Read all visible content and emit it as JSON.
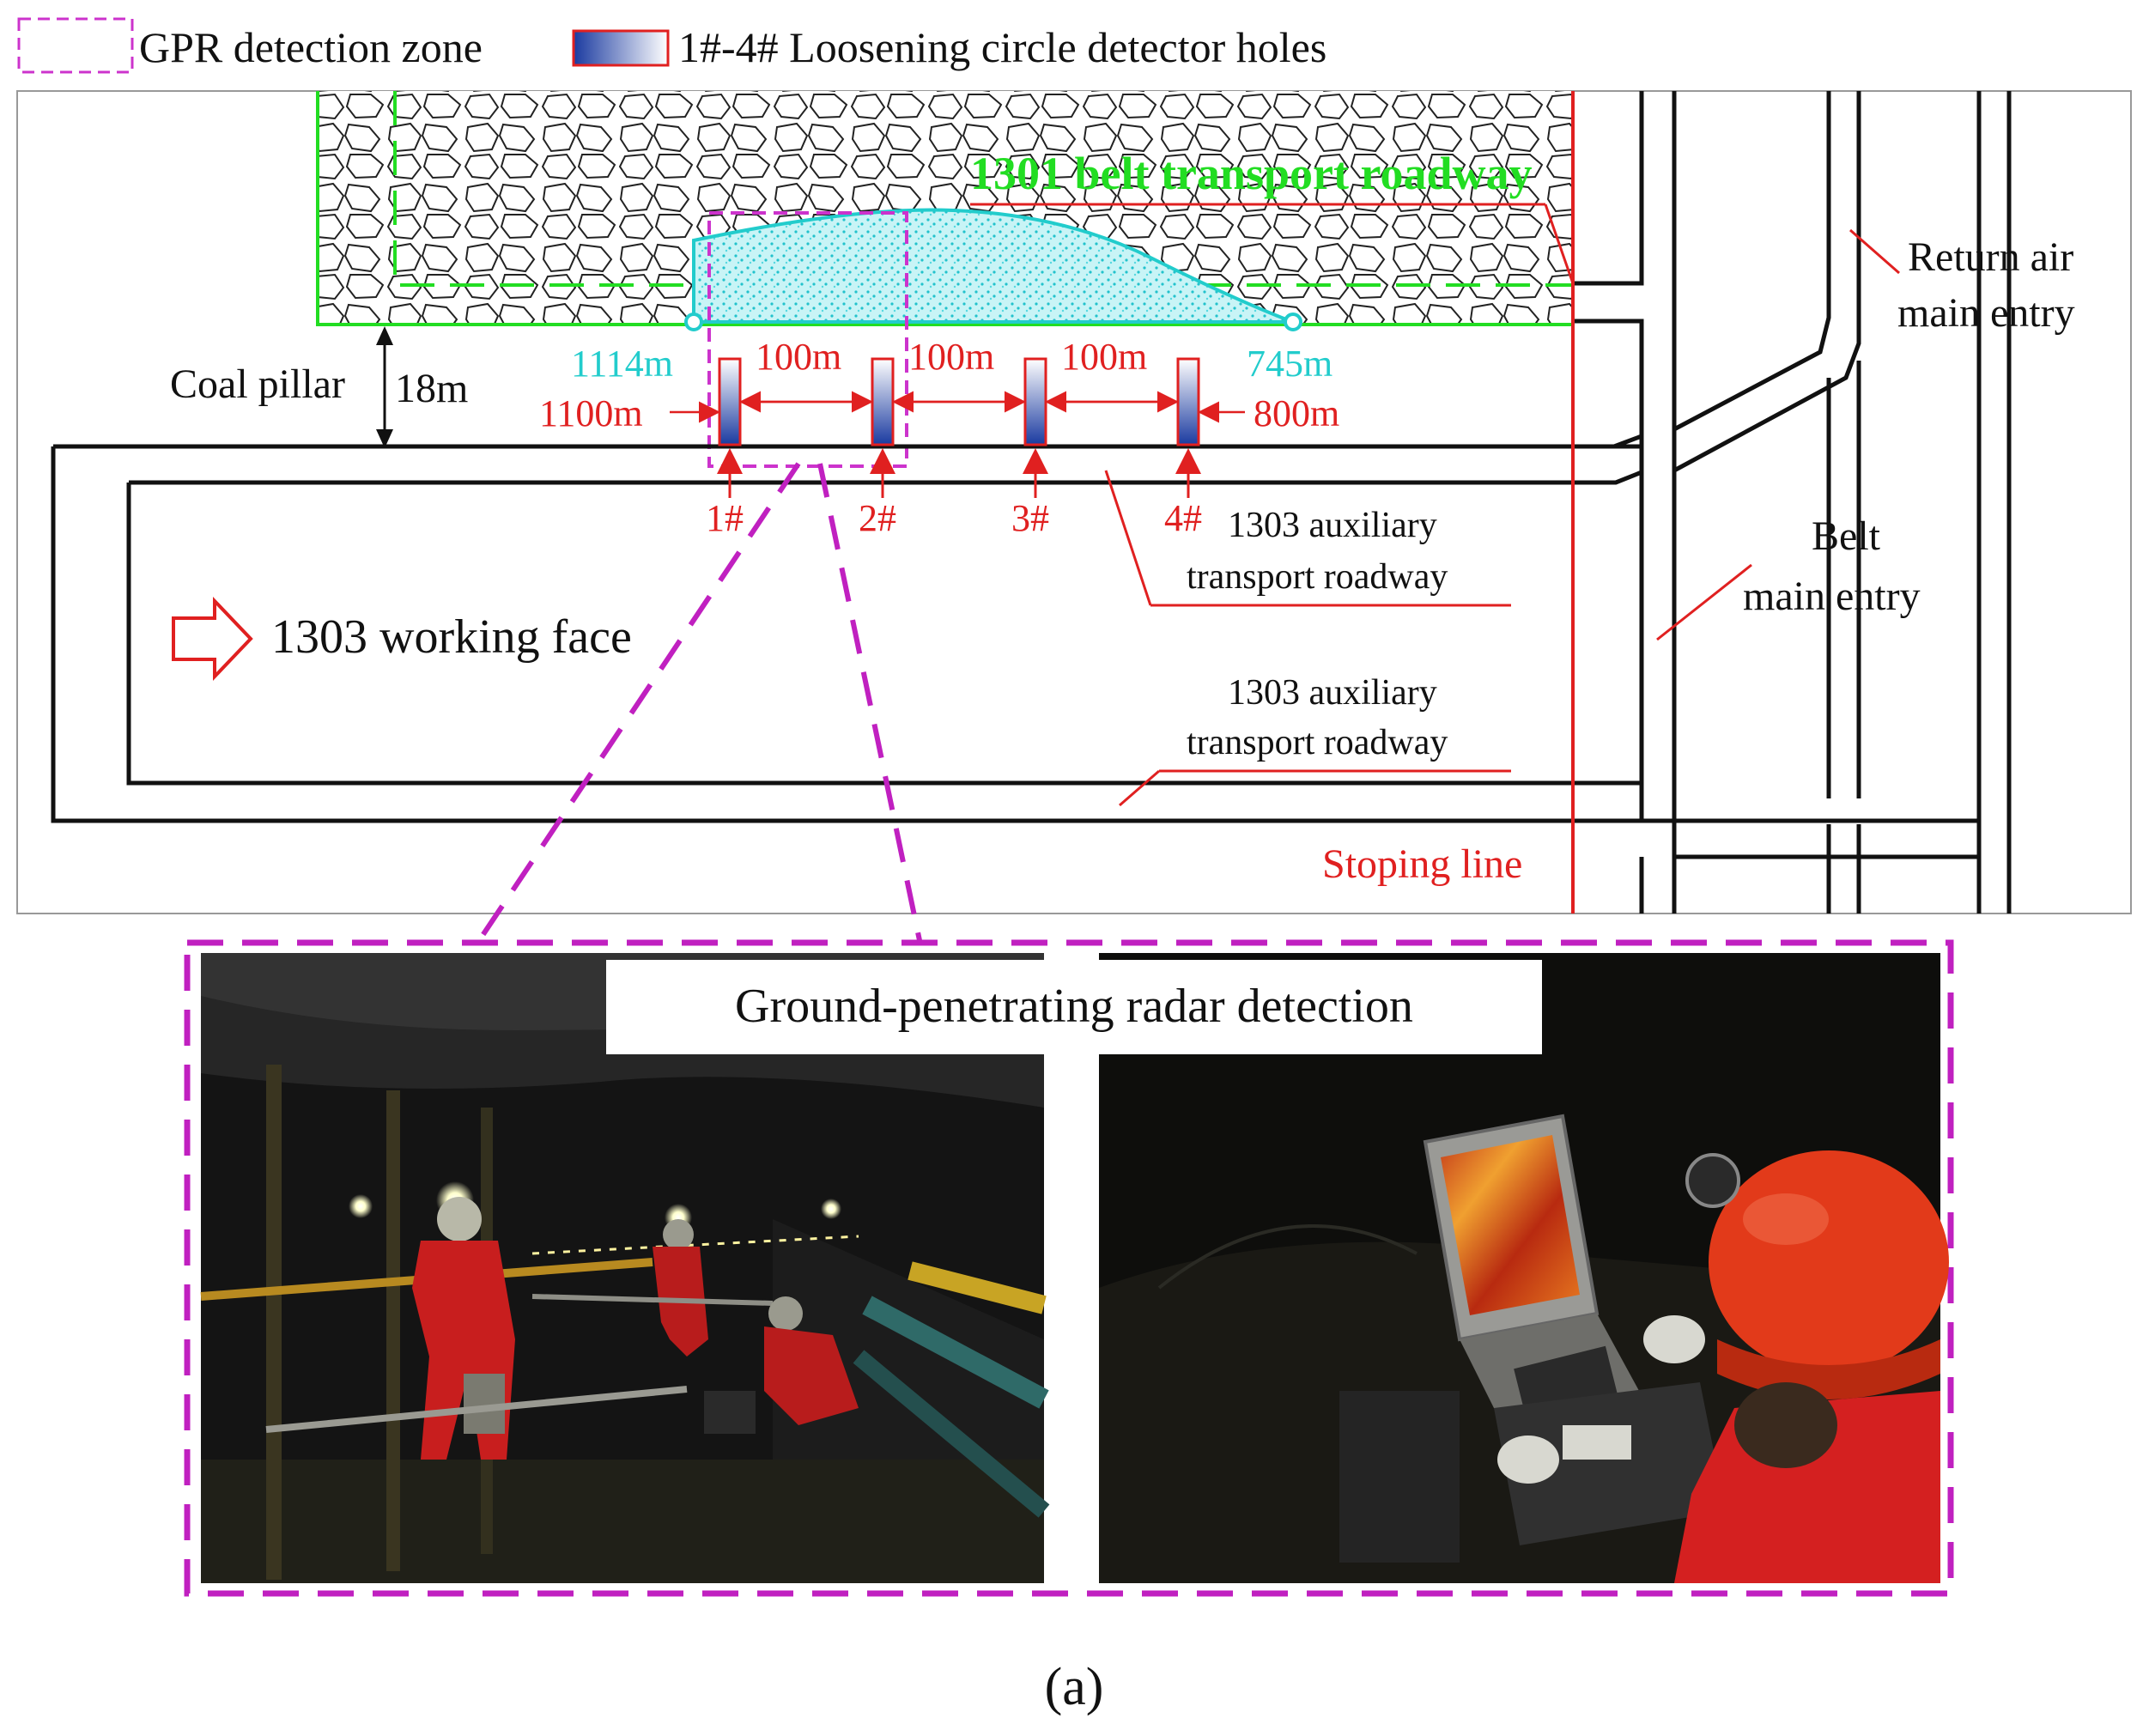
{
  "legend": {
    "gpr_zone": "GPR detection zone",
    "detector_holes": "1#-4# Loosening circle detector holes"
  },
  "map": {
    "belt_roadway_1301": "1301 belt transport roadway",
    "return_air": [
      "Return air",
      "main entry"
    ],
    "belt_main": [
      "Belt",
      "main entry"
    ],
    "coal_pillar": "Coal pillar",
    "pillar_width": "18m",
    "pos_1114": "1114m",
    "pos_745": "745m",
    "pos_1100": "1100m",
    "pos_800": "800m",
    "spacing": [
      "100m",
      "100m",
      "100m"
    ],
    "holes": [
      "1#",
      "2#",
      "3#",
      "4#"
    ],
    "aux_roadway_top": [
      "1303 auxiliary",
      "transport roadway"
    ],
    "aux_roadway_bottom": [
      "1303 auxiliary",
      "transport roadway"
    ],
    "working_face": "1303 working face",
    "stoping_line": "Stoping line"
  },
  "photos": {
    "caption": "Ground-penetrating radar detection",
    "left_photo": "underground tunnel with workers using GPR antenna",
    "right_photo": "worker in red hard hat operating GPR laptop"
  },
  "figure_label": "(a)",
  "colors": {
    "gpr_zone": "#cc33cc",
    "belt_roadway": "#22dd22",
    "goaf_fill": "#22cccc",
    "measure_red": "#e02020",
    "hole_blue": "#1a3aa0"
  }
}
